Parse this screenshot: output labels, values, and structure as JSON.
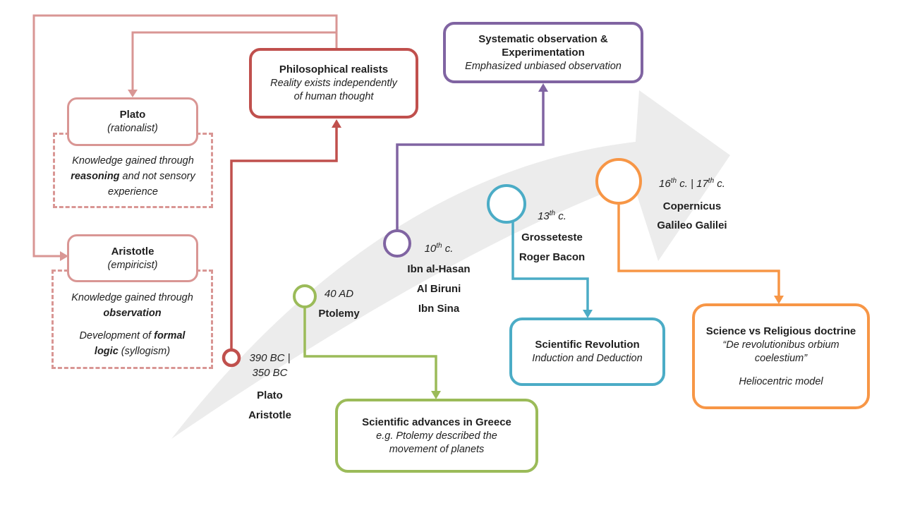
{
  "colors": {
    "pink": "#D99694",
    "red": "#C0504D",
    "purple": "#8064A2",
    "green": "#9BBB59",
    "blue": "#4BACC6",
    "orange": "#F79646",
    "arrow_gray": "#ECECEC",
    "text": "#1F1F1F"
  },
  "boxes": {
    "plato": {
      "title": "Plato",
      "subtitle": "(rationalist)"
    },
    "plato_note": {
      "pre": "Knowledge gained through ",
      "bold": "reasoning",
      "post": " and not sensory experience"
    },
    "aristotle": {
      "title": "Aristotle",
      "subtitle": "(empiricist)"
    },
    "aristotle_note": {
      "p1_pre": "Knowledge gained through ",
      "p1_bold": "observation",
      "p2_pre": "Development of ",
      "p2_bold": "formal logic",
      "p2_post": " (syllogism)"
    },
    "realists": {
      "title": "Philosophical realists",
      "subtitle": "Reality exists independently of human thought"
    },
    "systematic": {
      "title": "Systematic observation & Experimentation",
      "subtitle": "Emphasized unbiased observation"
    },
    "greece": {
      "title": "Scientific advances in Greece",
      "subtitle": "e.g. Ptolemy described the movement of planets"
    },
    "revolution": {
      "title": "Scientific Revolution",
      "subtitle": "Induction and Deduction"
    },
    "doctrine": {
      "title": "Science vs Religious doctrine",
      "subtitle": "“De revolutionibus orbium coelestium”",
      "note": "Heliocentric model"
    }
  },
  "milestones": {
    "ancient": {
      "date_line1": "390 BC |",
      "date_line2": "350 BC",
      "names": [
        "Plato",
        "Aristotle"
      ]
    },
    "greek": {
      "date": "40 AD",
      "names": [
        "Ptolemy"
      ]
    },
    "islamic": {
      "date_num": "10",
      "date_sup": "th",
      "date_end": " c.",
      "names": [
        "Ibn al-Hasan",
        "Al Biruni",
        "Ibn Sina"
      ]
    },
    "medieval": {
      "date_num": "13",
      "date_sup": "th",
      "date_end": " c.",
      "names": [
        "Grosseteste",
        "Roger Bacon"
      ]
    },
    "renaissance": {
      "date_num": "16",
      "date_sup": "th",
      "date_mid": " c. | ",
      "date_num2": "17",
      "date_sup2": "th",
      "date_end": " c.",
      "names": [
        "Copernicus",
        "Galileo Galilei"
      ]
    }
  }
}
